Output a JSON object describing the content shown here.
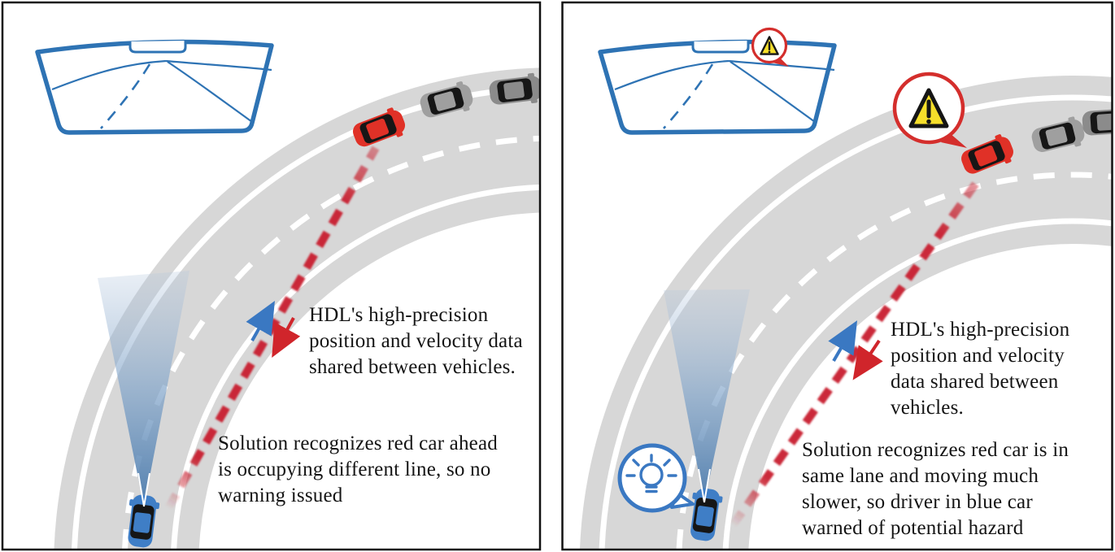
{
  "figure": {
    "description_left_panel": "no warning scenario",
    "description_right_panel": "warning scenario"
  },
  "panels": [
    {
      "id": "left",
      "hdl_note": "HDL's high-precision\nposition and velocity data\nshared between vehicles.",
      "solution_note": "Solution recognizes red car ahead\nis occupying different line, so no\nwarning issued"
    },
    {
      "id": "right",
      "hdl_note": "HDL's high-precision\nposition and velocity\ndata shared between\nvehicles.",
      "solution_note": "Solution recognizes red car is in\nsame lane and moving much\nslower, so driver in blue car\nwarned of potential hazard"
    }
  ],
  "icons": {
    "windshield": "windshield-icon",
    "warning_on_windshield": "warning-triangle-icon",
    "warning_near_red_car": "warning-triangle-icon",
    "idea_near_blue_car": "lightbulb-icon",
    "uplink": "blue-up-arrow-icon",
    "downlink": "red-down-arrow-icon"
  },
  "colors": {
    "road_gray": "#d7d7d7",
    "lane_marking": "#ffffff",
    "outline_blue": "#2e73b4",
    "car_blue": "#3f7ec6",
    "car_red": "#e03127",
    "car_gray": "#9f9f9f",
    "car_dark_gray": "#8b8b8b",
    "sensor_cone_blue": "#4a7aac",
    "data_link_red": "#c8202f",
    "warning_yellow": "#f6df2a",
    "warning_red": "#d42e2c",
    "text": "#141414",
    "panel_border": "#111111"
  }
}
